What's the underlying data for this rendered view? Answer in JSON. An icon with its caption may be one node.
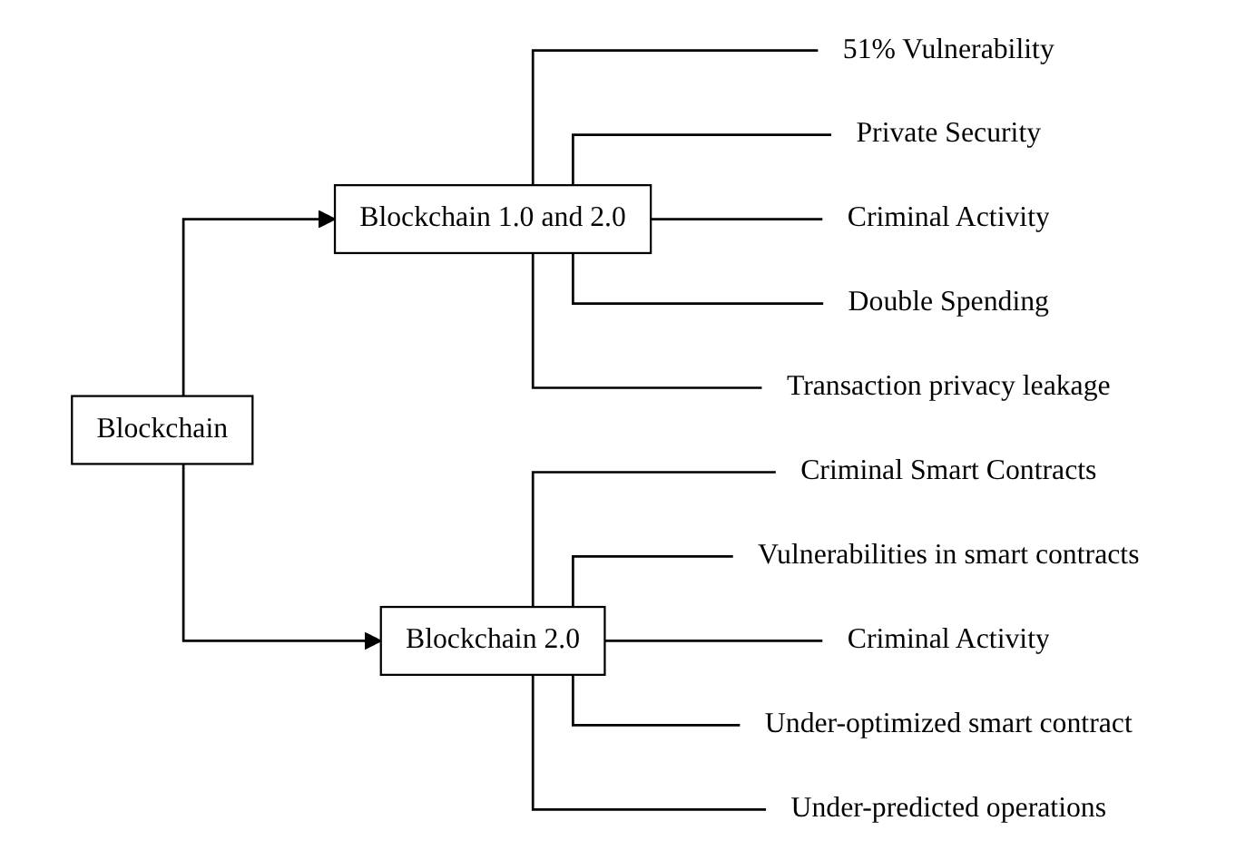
{
  "diagram": {
    "nodes": [
      {
        "text": [
          "Blockchain"
        ]
      },
      {
        "text": [
          "Blockchain 1.0 and 2.0"
        ]
      },
      {
        "text": [
          "51% Vulnerability"
        ]
      },
      {
        "text": [
          "Private Security"
        ]
      },
      {
        "text": [
          "Criminal Activity"
        ]
      },
      {
        "text": [
          "Double Spending"
        ]
      },
      {
        "text": [
          "Transaction privacy leakage"
        ]
      },
      {
        "text": [
          "Blockchain 2.0"
        ]
      },
      {
        "text": [
          "Criminal Smart Contracts"
        ]
      },
      {
        "text": [
          "Vulnerabilities in smart contracts"
        ]
      },
      {
        "text": [
          "Criminal Activity"
        ]
      },
      {
        "text": [
          "Under-optimized smart contract"
        ]
      },
      {
        "text": [
          "Under-predicted operations"
        ]
      }
    ],
    "edges": [
      {
        "from": 0,
        "to": 1,
        "arrow": "to"
      },
      {
        "from": 0,
        "to": 7,
        "arrow": "to"
      },
      {
        "from": 1,
        "to": 2,
        "arrow": "none"
      },
      {
        "from": 1,
        "to": 3,
        "arrow": "none"
      },
      {
        "from": 1,
        "to": 4,
        "arrow": "none"
      },
      {
        "from": 1,
        "to": 5,
        "arrow": "none"
      },
      {
        "from": 1,
        "to": 6,
        "arrow": "none"
      },
      {
        "from": 7,
        "to": 8,
        "arrow": "none"
      },
      {
        "from": 7,
        "to": 9,
        "arrow": "none"
      },
      {
        "from": 7,
        "to": 10,
        "arrow": "none"
      },
      {
        "from": 7,
        "to": 11,
        "arrow": "none"
      },
      {
        "from": 7,
        "to": 12,
        "arrow": "none"
      }
    ]
  }
}
